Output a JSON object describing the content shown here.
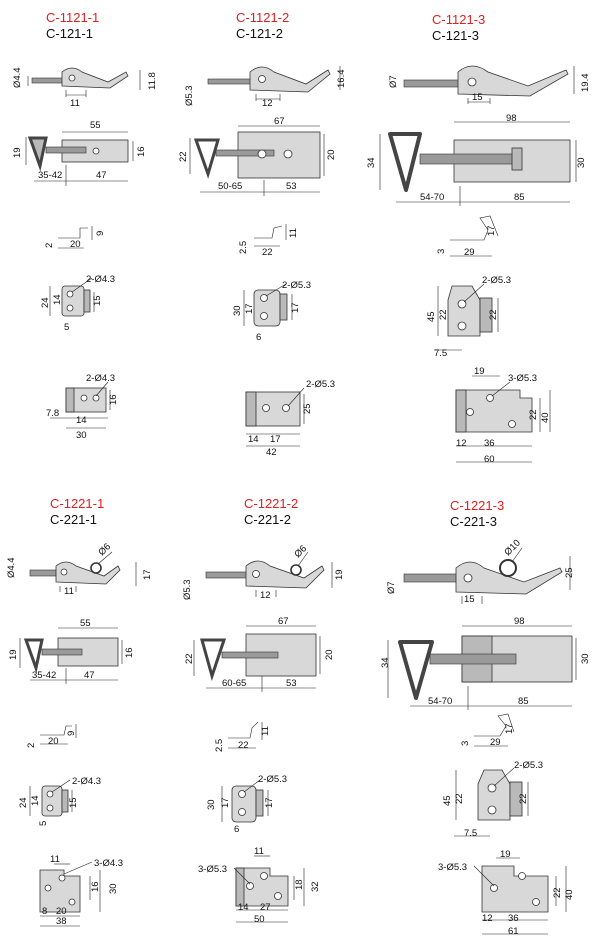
{
  "columns": [
    {
      "code_red": "C-1121-1",
      "code_black": "C-121-1",
      "side": {
        "d": "Ø4.4",
        "w": "11",
        "h": "11.8"
      },
      "top": {
        "h": "19",
        "len": "55",
        "rh": "16",
        "a": "35-42",
        "b": "47"
      },
      "clip": {
        "t": "2",
        "w": "20",
        "h": "9"
      },
      "plate": {
        "holes": "2-Ø4.3",
        "h1": "24",
        "h2": "14",
        "w": "5",
        "r": "15"
      },
      "base": {
        "holes": "2-Ø4.3",
        "h": "16",
        "a": "7.8",
        "b": "14",
        "w": "30"
      }
    },
    {
      "code_red": "C-1121-2",
      "code_black": "C-121-2",
      "side": {
        "d": "Ø5.3",
        "w": "12",
        "h": "16.4"
      },
      "top": {
        "h": "22",
        "len": "67",
        "rh": "20",
        "a": "50-65",
        "b": "53"
      },
      "clip": {
        "t": "2.5",
        "w": "22",
        "h": "11"
      },
      "plate": {
        "holes": "2-Ø5.3",
        "h1": "30",
        "h2": "17",
        "w": "6",
        "r": "17"
      },
      "base": {
        "holes": "2-Ø5.3",
        "h": "25",
        "a": "14",
        "b": "17",
        "w": "42"
      }
    },
    {
      "code_red": "C-1121-3",
      "code_black": "C-121-3",
      "side": {
        "d": "Ø7",
        "w": "15",
        "h": "19.4"
      },
      "top": {
        "h": "34",
        "len": "98",
        "rh": "30",
        "a": "54-70",
        "b": "85"
      },
      "clip": {
        "t": "3",
        "w": "29",
        "h": "17"
      },
      "plate": {
        "holes": "2-Ø5.3",
        "h1": "45",
        "h2": "22",
        "w": "7.5",
        "r": "22"
      },
      "base": {
        "holes": "3-Ø5.3",
        "top": "19",
        "h1": "22",
        "h2": "40",
        "a": "12",
        "b": "36",
        "w": "60"
      }
    },
    {
      "code_red": "C-1221-1",
      "code_black": "C-221-1",
      "side": {
        "d": "Ø4.4",
        "w": "11",
        "h": "17",
        "ring": "Ø6"
      },
      "top": {
        "h": "19",
        "len": "55",
        "rh": "16",
        "a": "35-42",
        "b": "47"
      },
      "clip": {
        "t": "2",
        "w": "20",
        "h": "9"
      },
      "plate": {
        "holes": "2-Ø4.3",
        "h1": "24",
        "h2": "14",
        "w": "5",
        "r": "15"
      },
      "base": {
        "holes": "3-Ø4.3",
        "top": "11",
        "h1": "16",
        "h2": "30",
        "a": "8",
        "b": "20",
        "w": "38"
      }
    },
    {
      "code_red": "C-1221-2",
      "code_black": "C-221-2",
      "side": {
        "d": "Ø5.3",
        "w": "12",
        "h": "19",
        "ring": "Ø6"
      },
      "top": {
        "h": "22",
        "len": "67",
        "rh": "20",
        "a": "60-65",
        "b": "53"
      },
      "clip": {
        "t": "2.5",
        "w": "22",
        "h": "11"
      },
      "plate": {
        "holes": "2-Ø5.3",
        "h1": "30",
        "h2": "17",
        "w": "6",
        "r": "17"
      },
      "base": {
        "holes": "3-Ø5.3",
        "top": "11",
        "h1": "18",
        "h2": "32",
        "a": "14",
        "b": "27",
        "w": "50"
      }
    },
    {
      "code_red": "C-1221-3",
      "code_black": "C-221-3",
      "side": {
        "d": "Ø7",
        "w": "15",
        "h": "25",
        "ring": "Ø10"
      },
      "top": {
        "h": "34",
        "len": "98",
        "rh": "30",
        "a": "54-70",
        "b": "85"
      },
      "clip": {
        "t": "3",
        "w": "29",
        "h": "17"
      },
      "plate": {
        "holes": "2-Ø5.3",
        "h1": "45",
        "h2": "22",
        "w": "7.5",
        "r": "22"
      },
      "base": {
        "holes": "3-Ø5.3",
        "top": "19",
        "h1": "22",
        "h2": "40",
        "a": "12",
        "b": "36",
        "w": "61"
      }
    }
  ]
}
